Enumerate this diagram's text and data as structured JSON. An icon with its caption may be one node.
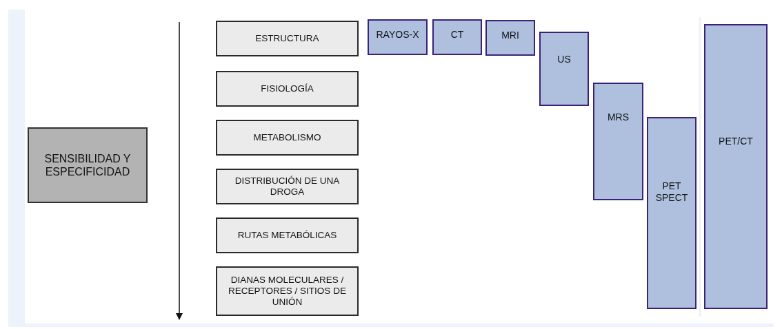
{
  "diagram": {
    "nodes": [
      {
        "text": [
          "SENSIBILIDAD Y ESPECIFICIDAD"
        ]
      },
      {
        "text": [
          "ESTRUCTURA"
        ]
      },
      {
        "text": [
          "FISIOLOGÍA"
        ]
      },
      {
        "text": [
          "METABOLISMO"
        ]
      },
      {
        "text": [
          "DISTRIBUCIÓN DE UNA DROGA"
        ]
      },
      {
        "text": [
          "RUTAS METABÓLICAS"
        ]
      },
      {
        "text": [
          "DIANAS MOLECULARES / RECEPTORES / SITIOS DE UNIÓN"
        ]
      },
      {
        "text": [
          "RAYOS-X"
        ]
      },
      {
        "text": [
          "CT"
        ]
      },
      {
        "text": [
          "MRI"
        ]
      },
      {
        "text": [
          "US"
        ]
      },
      {
        "text": [
          "MRS"
        ]
      },
      {
        "text": [
          "PET SPECT"
        ]
      },
      {
        "text": [
          "PET/CT"
        ]
      }
    ]
  }
}
